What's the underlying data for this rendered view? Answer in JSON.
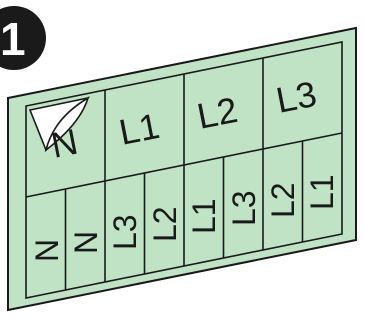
{
  "step": {
    "number": "1"
  },
  "label_sheet": {
    "top_row": [
      "N",
      "L1",
      "L2",
      "L3"
    ],
    "bottom_row": [
      "N",
      "N",
      "L3",
      "L2",
      "L1",
      "L3",
      "L2",
      "L1"
    ]
  },
  "colors": {
    "sheet_fill": "#bfe3c4",
    "sheet_stroke": "#1a1a1a",
    "step_badge": "#1a1a1a",
    "peel_corner": "#ffffff"
  }
}
